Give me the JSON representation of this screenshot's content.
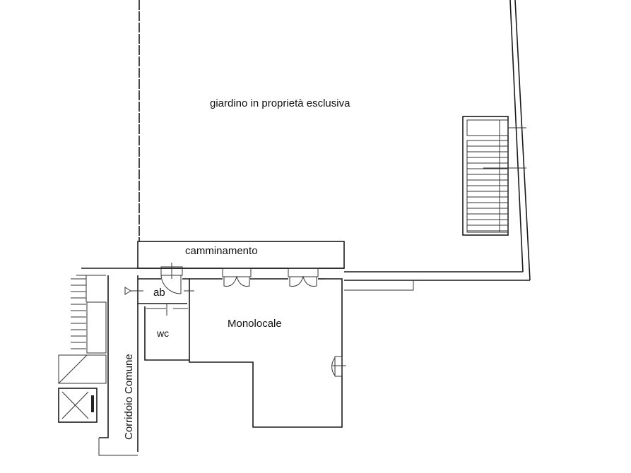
{
  "plan": {
    "garden_label": "giardino in proprietà esclusiva",
    "walkway_label": "camminamento",
    "main_room_label": "Monolocale",
    "antibath_label": "ab",
    "wc_label": "wc",
    "corridor_label": "Corridoio Comune"
  },
  "colors": {
    "line": "#1a1a1a",
    "background": "#ffffff"
  }
}
